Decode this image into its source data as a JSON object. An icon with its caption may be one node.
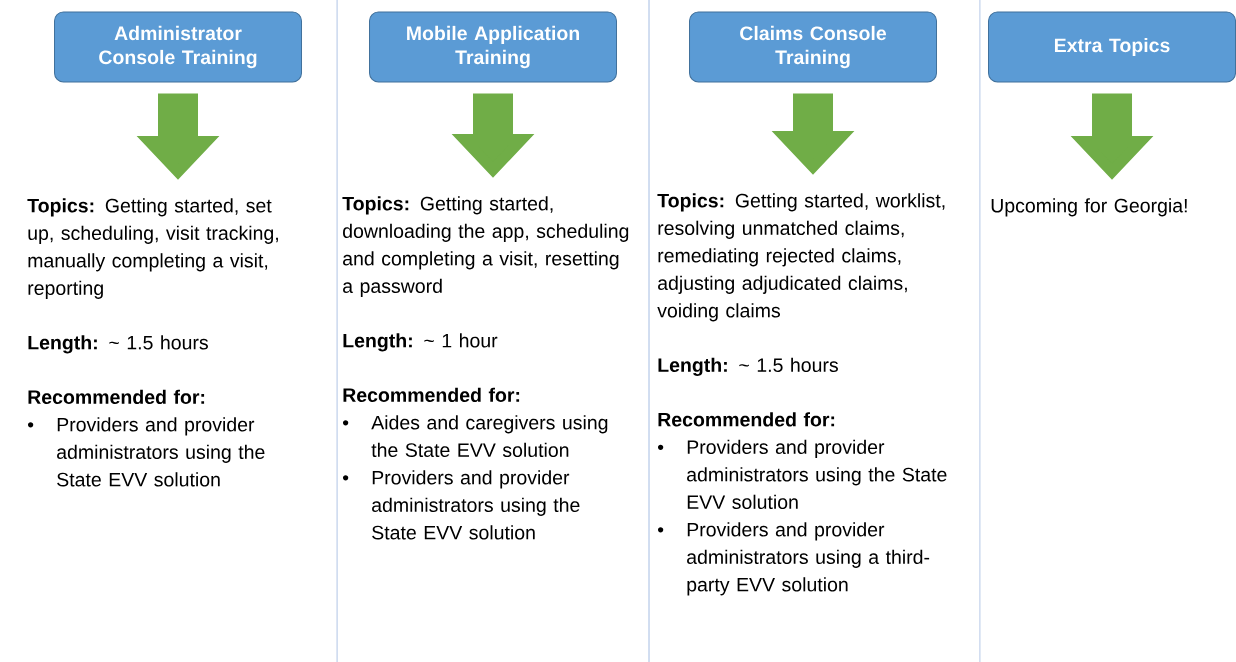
{
  "diagram": {
    "nodes": [
      {
        "text": [
          "Administrator Console Training"
        ]
      },
      {
        "text": [
          "Mobile Application Training"
        ]
      },
      {
        "text": [
          "Claims Console Training"
        ]
      },
      {
        "text": [
          "Extra Topics"
        ]
      },
      {
        "text": [
          "**Topics:** Getting started, set up, scheduling, visit tracking, manually completing a visit, reporting",
          "**Length:** ~ 1.5 hours",
          "Recommended for:",
          "Providers and provider administrators using the State EVV solution"
        ]
      },
      {
        "text": [
          "**Topics:** Getting started, downloading the app, scheduling and completing a visit, resetting a password",
          "**Length:** ~ 1 hour",
          "Recommended for:",
          "Aides and caregivers using the State EVV solution",
          "Providers and provider administrators using the State EVV solution"
        ]
      },
      {
        "text": [
          "**Topics:** Getting started, worklist, resolving unmatched claims, remediating rejected claims, adjusting adjudicated claims, voiding claims",
          "**Length:** ~ 1.5 hours",
          "Recommended for:",
          "Providers and provider administrators using the State EVV solution",
          "Providers and provider administrators using a third-party EVV solution"
        ]
      },
      {
        "text": [
          "Upcoming for Georgia!"
        ]
      }
    ],
    "edges": [
      {
        "from": 0,
        "to": 4,
        "arrow": "to"
      },
      {
        "from": 1,
        "to": 5,
        "arrow": "to"
      },
      {
        "from": 2,
        "to": 6,
        "arrow": "to"
      },
      {
        "from": 3,
        "to": 7,
        "arrow": "to"
      }
    ],
    "labels": [
      "•",
      "•",
      "•",
      "•",
      "•"
    ]
  }
}
